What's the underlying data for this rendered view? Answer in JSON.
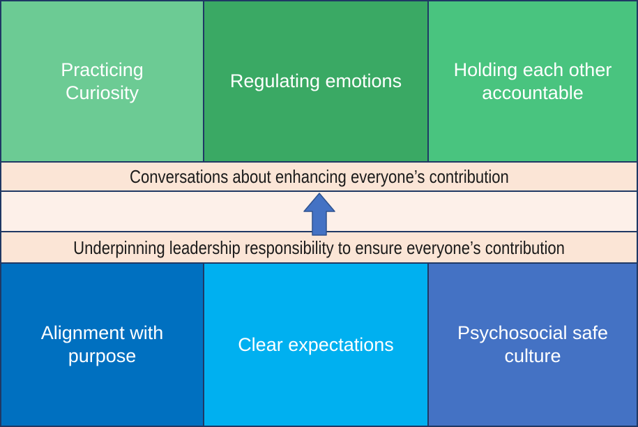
{
  "diagram": {
    "border_color": "#1F3864",
    "top_row": [
      {
        "label": "Practicing Curiosity",
        "color": "#6CCB94"
      },
      {
        "label": "Regulating emotions",
        "color": "#3AA964"
      },
      {
        "label": "Holding each other accountable",
        "color": "#49C47F"
      }
    ],
    "conversations_band": {
      "label": "Conversations about enhancing everyone’s contribution",
      "color": "#FBE5D6"
    },
    "arrow_band": {
      "color": "#FDF0E9",
      "arrow": {
        "direction": "up",
        "fill": "#4472C4",
        "stroke": "#2F528F"
      }
    },
    "underpinning_band": {
      "label": "Underpinning leadership responsibility to ensure everyone’s contribution",
      "color": "#FBE5D6"
    },
    "bottom_row": [
      {
        "label": "Alignment with purpose",
        "color": "#0070C0"
      },
      {
        "label": "Clear expectations",
        "color": "#00B0F0"
      },
      {
        "label": "Psychosocial safe culture",
        "color": "#4472C4"
      }
    ],
    "text_colors": {
      "box_label": "#FFFFFF",
      "band_label": "#1A1A1A"
    }
  }
}
